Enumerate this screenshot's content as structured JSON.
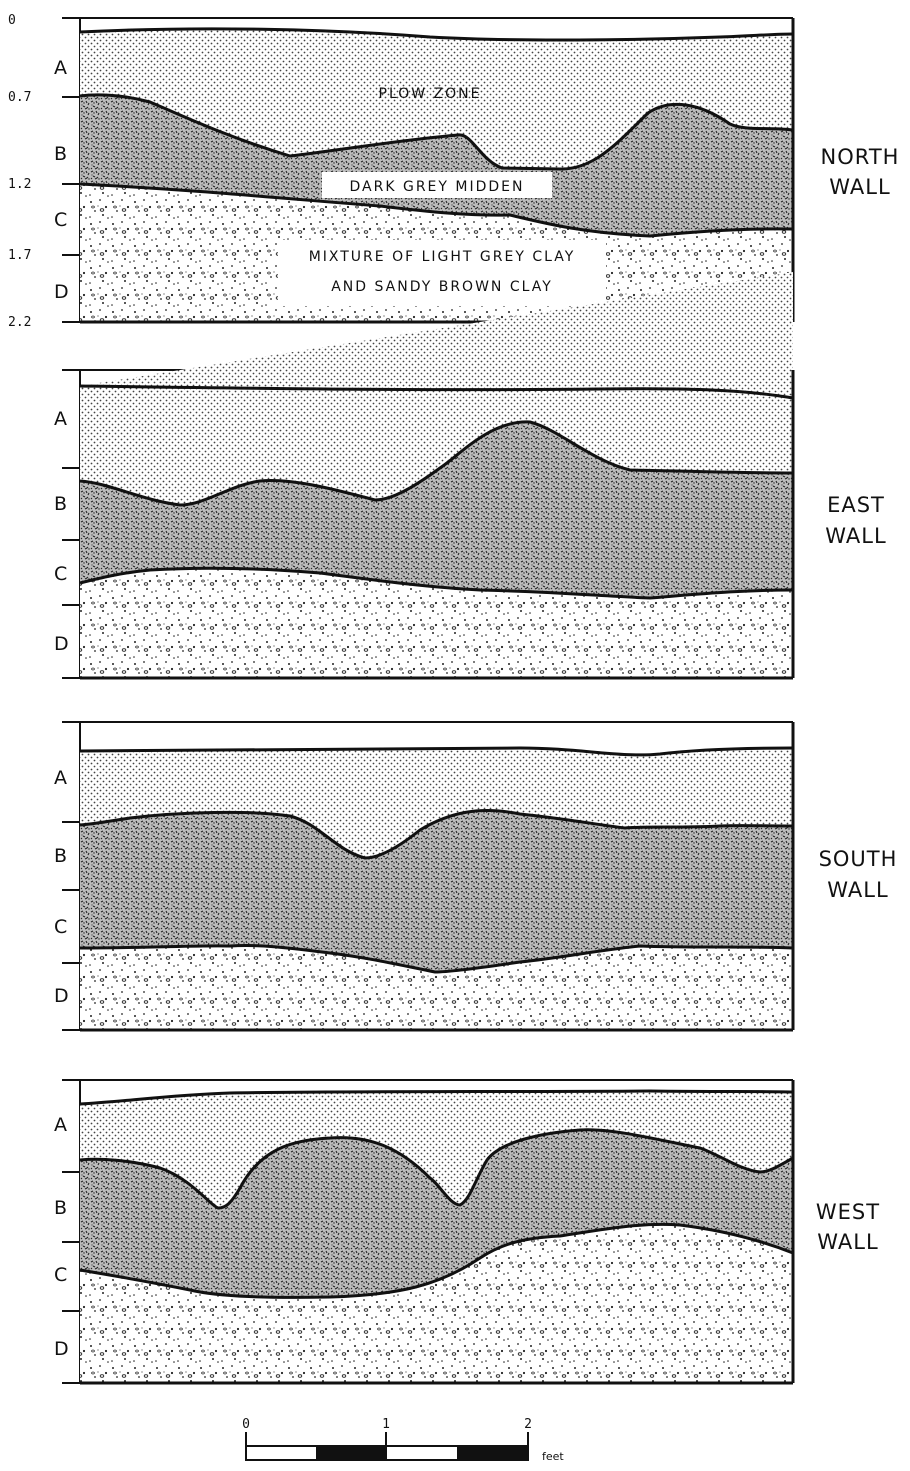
{
  "depth_scale": [
    "0",
    "0.7",
    "1.2",
    "1.7",
    "2.2"
  ],
  "layers": [
    "A",
    "B",
    "C",
    "D"
  ],
  "soil_zones": {
    "plow_zone": "PLOW ZONE",
    "midden": "DARK GREY MIDDEN",
    "clay_line1": "MIXTURE OF LIGHT GREY CLAY",
    "clay_line2": "AND SANDY BROWN CLAY"
  },
  "walls": [
    {
      "line1": "NORTH",
      "line2": "WALL"
    },
    {
      "line1": "EAST",
      "line2": "WALL"
    },
    {
      "line1": "SOUTH",
      "line2": "WALL"
    },
    {
      "line1": "WEST",
      "line2": "WALL"
    }
  ],
  "scale_bar": {
    "ticks": [
      "0",
      "1",
      "2"
    ],
    "unit": "feet"
  },
  "colors": {
    "ink": "#111111",
    "paper": "#ffffff"
  }
}
